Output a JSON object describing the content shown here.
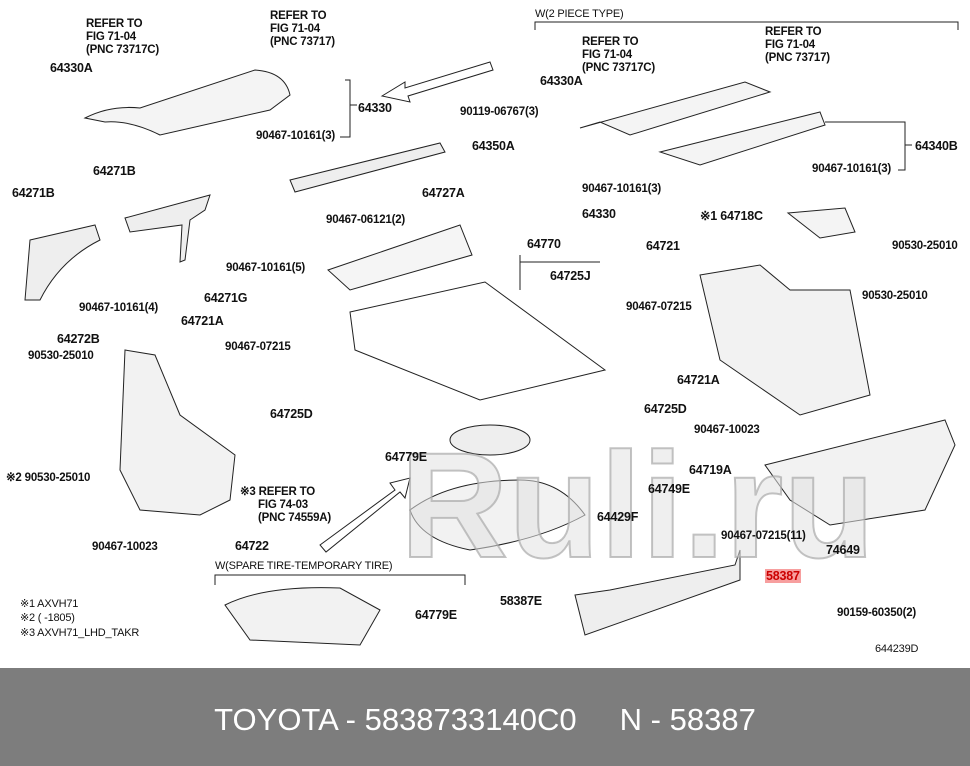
{
  "diagram_code": "644239D",
  "watermark": "Ruli.ru",
  "highlight_color": "#f05050",
  "sections": {
    "two_piece": "W(2 PIECE TYPE)",
    "spare_tire": "W(SPARE TIRE-TEMPORARY TIRE)"
  },
  "notes": [
    "※1 AXVH71",
    "※2 (      -1805)",
    "※3 AXVH71_LHD_TAKR"
  ],
  "labels": {
    "ref_a": [
      "REFER TO",
      "FIG 71-04",
      "(PNC 73717C)"
    ],
    "ref_b": [
      "REFER TO",
      "FIG 71-04",
      "(PNC 73717)"
    ],
    "ref_c": [
      "REFER TO",
      "FIG 71-04",
      "(PNC 73717C)"
    ],
    "ref_d": [
      "REFER TO",
      "FIG 71-04",
      "(PNC 73717)"
    ],
    "ref_e": [
      "※3 REFER TO",
      "FIG 74-03",
      "(PNC 74559A)"
    ],
    "p64330A_l": "64330A",
    "p64330_l": "64330",
    "p90467_10161_3_l": "90467-10161(3)",
    "p64271B_a": "64271B",
    "p64271B_b": "64271B",
    "p90119": "90119-06767(3)",
    "p64350A": "64350A",
    "p90467_06121": "90467-06121(2)",
    "p64727A": "64727A",
    "p90467_10161_5": "90467-10161(5)",
    "p64271G": "64271G",
    "p90467_10161_4": "90467-10161(4)",
    "p64272B": "64272B",
    "p64721A_l": "64721A",
    "p90530_l1": "90530-25010",
    "p90467_07215_l": "90467-07215",
    "p64725D_l": "64725D",
    "p90530_l2": "※2 90530-25010",
    "p90467_10023_l": "90467-10023",
    "p64722": "64722",
    "p64779E_a": "64779E",
    "p64779E_b": "64779E",
    "p64330A_r": "64330A",
    "p64340B": "64340B",
    "p90467_10161_3_r1": "90467-10161(3)",
    "p90467_10161_3_r2": "90467-10161(3)",
    "p64330_r": "64330",
    "p64770": "64770",
    "p64725J": "64725J",
    "p64718C": "※1 64718C",
    "p64721": "64721",
    "p90530_r1": "90530-25010",
    "p90530_r2": "90530-25010",
    "p90467_07215_r": "90467-07215",
    "p64721A_r": "64721A",
    "p64725D_r": "64725D",
    "p90467_10023_r": "90467-10023",
    "p64719A": "64719A",
    "p64749E": "64749E",
    "p64429F": "64429F",
    "p90467_07215_11": "90467-07215(11)",
    "p74649": "74649",
    "p58387": "58387",
    "p58387E": "58387E",
    "p90159": "90159-60350(2)"
  },
  "footer": {
    "text": "TOYOTA - 5838733140C0     N - 58387"
  }
}
